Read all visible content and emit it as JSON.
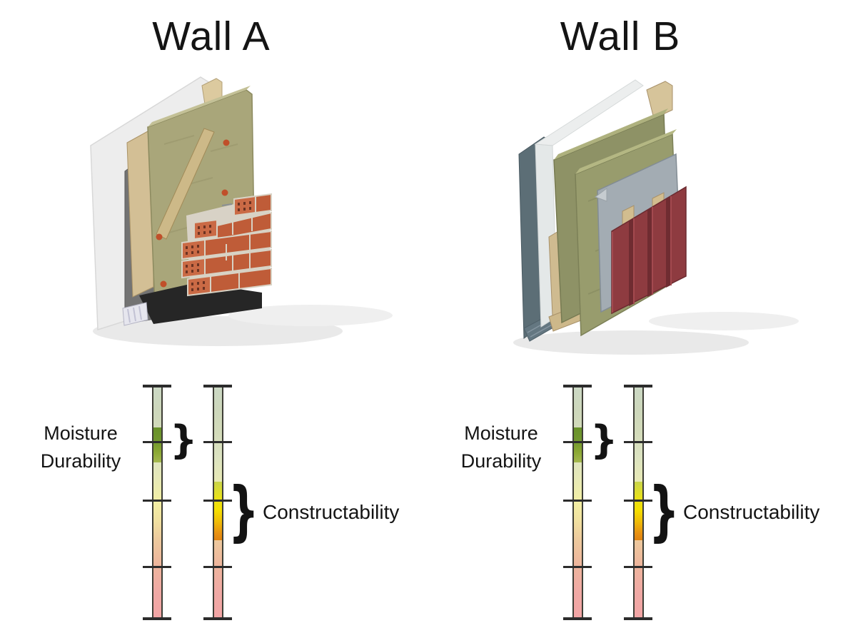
{
  "panels": [
    {
      "id": "wall-a",
      "title": "Wall A",
      "illustration": {
        "type": "isometric-wall-render",
        "layers": [
          "interior lining sheet",
          "grey membrane",
          "timber stud",
          "mineral wool insulation",
          "diagonal timber brace",
          "wall ties",
          "perforated clay brick veneer (partially laid)",
          "black DPC base",
          "weep channel"
        ],
        "accent_colors": {
          "brick": "#bf5c38",
          "insulation": "#a9a67a",
          "timber": "#d3bf95",
          "membrane": "#737373",
          "dpc": "#262626"
        }
      },
      "bars": [
        {
          "metric": "Moisture Durability",
          "highlight_from_pct": 17.7,
          "highlight_to_pct": 32.6
        },
        {
          "metric": "Constructability",
          "highlight_from_pct": 40.9,
          "highlight_to_pct": 65.9
        }
      ]
    },
    {
      "id": "wall-b",
      "title": "Wall B",
      "illustration": {
        "type": "isometric-wall-render",
        "layers": [
          "dark backing sheet",
          "white breather membrane",
          "timber studs and plates",
          "mineral wool insulation boards",
          "grey sheathing board",
          "timber furring strips",
          "dark red ribbed metal cladding",
          "profiled base rail"
        ],
        "accent_colors": {
          "cladding": "#8e3b40",
          "insulation": "#8e9266",
          "timber": "#cfbb90",
          "board": "#a3acb3",
          "backing": "#5c6e76"
        }
      },
      "bars": [
        {
          "metric": "Moisture Durability",
          "highlight_from_pct": 17.7,
          "highlight_to_pct": 32.6
        },
        {
          "metric": "Constructability",
          "highlight_from_pct": 40.9,
          "highlight_to_pct": 65.9
        }
      ]
    }
  ],
  "labels": {
    "moisture_line1": "Moisture",
    "moisture_line2": "Durability",
    "constructability": "Constructability",
    "brace_glyph": "}"
  },
  "scale": {
    "orientation": "vertical",
    "tick_positions_pct": [
      0,
      24,
      49,
      77.5,
      100
    ],
    "gradient_stops": [
      "#ccd9c5",
      "#dce3c1",
      "#f2efa4",
      "#edc99d",
      "#f2a4a5"
    ],
    "moisture_highlight_colors": [
      "#68912a",
      "#8ba833",
      "#a5b84f"
    ],
    "constructability_highlight_colors": [
      "#c9d44a",
      "#f5e000",
      "#e0820f"
    ],
    "line_color": "#2c2c2c"
  },
  "text_color": "#141414",
  "background": "#ffffff"
}
